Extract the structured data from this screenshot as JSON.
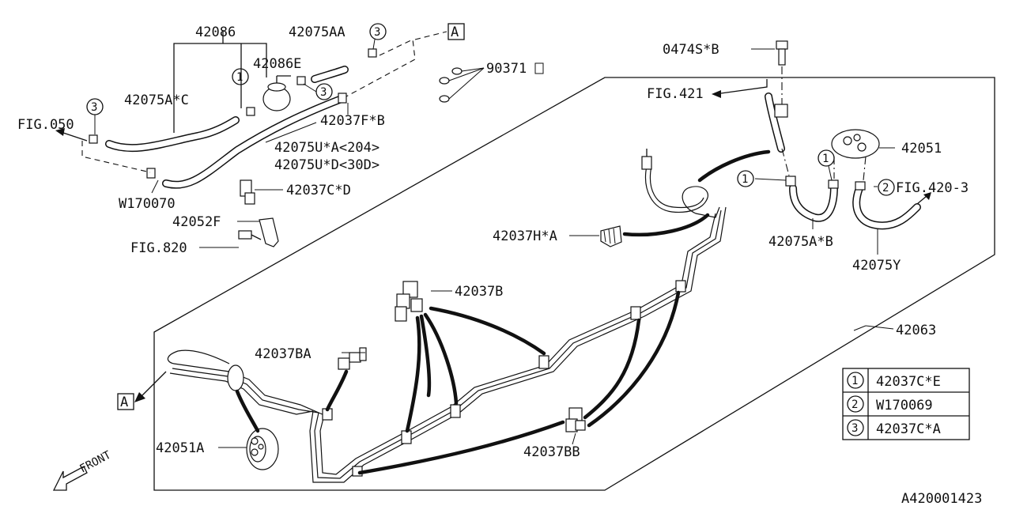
{
  "diagram_id": "A420001423",
  "labels": {
    "p42086": "42086",
    "p42075AA": "42075AA",
    "p42086E": "42086E",
    "p42075AC": "42075A*C",
    "p90371": "90371",
    "p0474SB": "0474S*B",
    "fig050": "FIG.050",
    "fig421": "FIG.421",
    "p42037FB": "42037F*B",
    "p42075UA": "42075U*A<204>",
    "p42075UD": "42075U*D<30D>",
    "p42051": "42051",
    "fig4203": "FIG.420-3",
    "w170070": "W170070",
    "p42037CD": "42037C*D",
    "p42052F": "42052F",
    "fig820": "FIG.820",
    "p42037HA": "42037H*A",
    "p42075AB": "42075A*B",
    "p42075Y": "42075Y",
    "p42037B": "42037B",
    "p42063": "42063",
    "p42037BA": "42037BA",
    "p42051A": "42051A",
    "p42037BB": "42037BB",
    "front": "FRONT",
    "ref_a": "A"
  },
  "callouts": {
    "c1": "1",
    "c2": "2",
    "c3": "3"
  },
  "legend": [
    {
      "num": "1",
      "part": "42037C*E"
    },
    {
      "num": "2",
      "part": "W170069"
    },
    {
      "num": "3",
      "part": "42037C*A"
    }
  ]
}
